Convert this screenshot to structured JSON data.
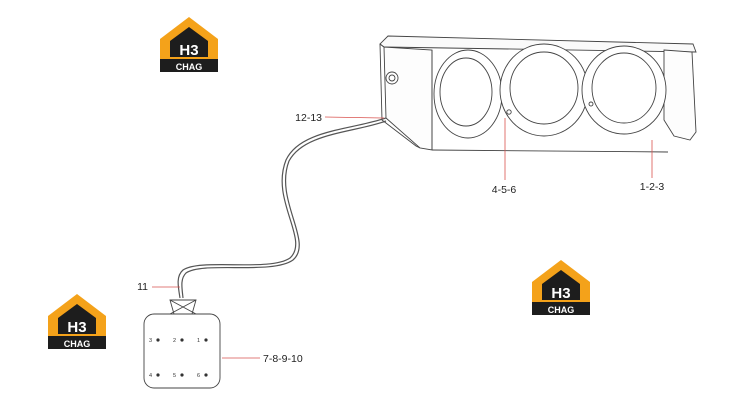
{
  "logos": [
    {
      "letters": "H3",
      "word": "CHAG"
    },
    {
      "letters": "H3",
      "word": "CHAG"
    },
    {
      "letters": "H3",
      "word": "CHAG"
    }
  ],
  "callouts": {
    "harness": "12-13",
    "fasteners": "4-5-6",
    "lamp": "1-2-3",
    "cable": "11",
    "connector": "7-8-9-10"
  },
  "connector_pins": [
    "3",
    "2",
    "1",
    "4",
    "5",
    "6"
  ],
  "colors": {
    "logo_orange": "#f4a21a",
    "logo_black": "#1d1d1d",
    "line": "#444444",
    "leader_red": "#d9534f"
  }
}
